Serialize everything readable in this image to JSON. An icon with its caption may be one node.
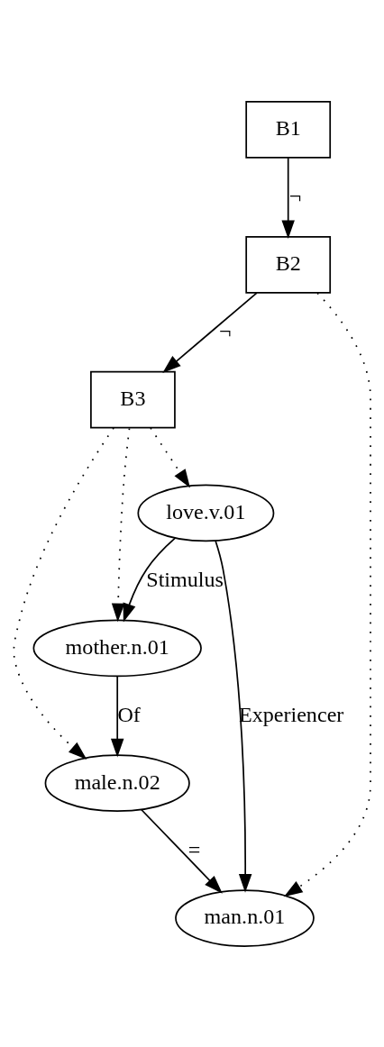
{
  "diagram": {
    "nodes": [
      {
        "text": [
          "B1"
        ]
      },
      {
        "text": [
          "B2"
        ]
      },
      {
        "text": [
          "B3"
        ]
      },
      {
        "text": [
          "love.v.01"
        ]
      },
      {
        "text": [
          "mother.n.01"
        ]
      },
      {
        "text": [
          "male.n.02"
        ]
      },
      {
        "text": [
          "man.n.01"
        ]
      }
    ],
    "edges": [
      {
        "from": 0,
        "to": 1,
        "arrow": "to",
        "label": "¬"
      },
      {
        "from": 1,
        "to": 2,
        "arrow": "to",
        "label": "¬"
      },
      {
        "from": 1,
        "to": 6,
        "arrow": "to",
        "style": "dashed"
      },
      {
        "from": 2,
        "to": 3,
        "arrow": "to",
        "style": "dashed"
      },
      {
        "from": 2,
        "to": 4,
        "arrow": "to",
        "style": "dashed"
      },
      {
        "from": 2,
        "to": 5,
        "arrow": "to",
        "style": "dashed"
      },
      {
        "from": 3,
        "to": 4,
        "arrow": "to",
        "label": "Stimulus"
      },
      {
        "from": 3,
        "to": 6,
        "arrow": "to",
        "label": "Experiencer"
      },
      {
        "from": 4,
        "to": 5,
        "arrow": "to",
        "label": "Of"
      },
      {
        "from": 5,
        "to": 6,
        "arrow": "to",
        "label": "="
      }
    ]
  }
}
